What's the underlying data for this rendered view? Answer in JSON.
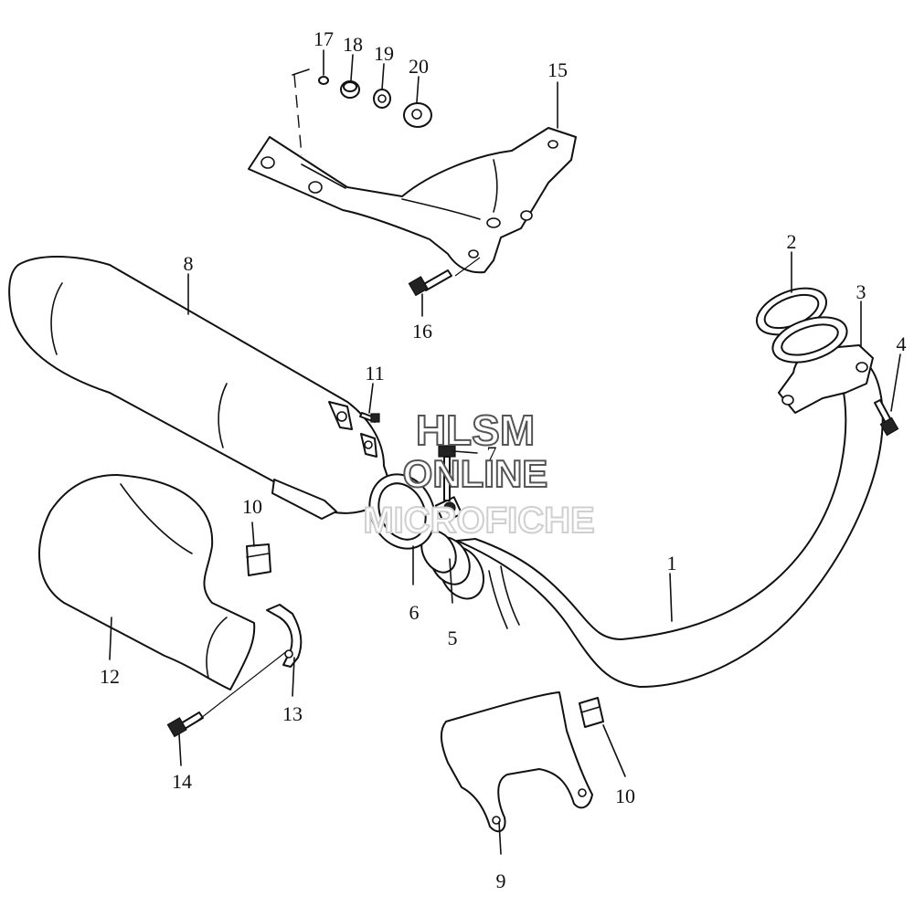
{
  "callouts": {
    "c1": "1",
    "c2": "2",
    "c3": "3",
    "c4": "4",
    "c5": "5",
    "c6": "6",
    "c7": "7",
    "c8": "8",
    "c9": "9",
    "c10a": "10",
    "c10b": "10",
    "c11": "11",
    "c12": "12",
    "c13": "13",
    "c14": "14",
    "c15": "15",
    "c16": "16",
    "c17": "17",
    "c18": "18",
    "c19": "19",
    "c20": "20"
  },
  "watermark": {
    "line1": "HLSM",
    "line2": "ONLINE",
    "line3": "MICROFICHE"
  },
  "colors": {
    "ink": "#111111",
    "background": "#ffffff",
    "watermark": "#555555"
  }
}
